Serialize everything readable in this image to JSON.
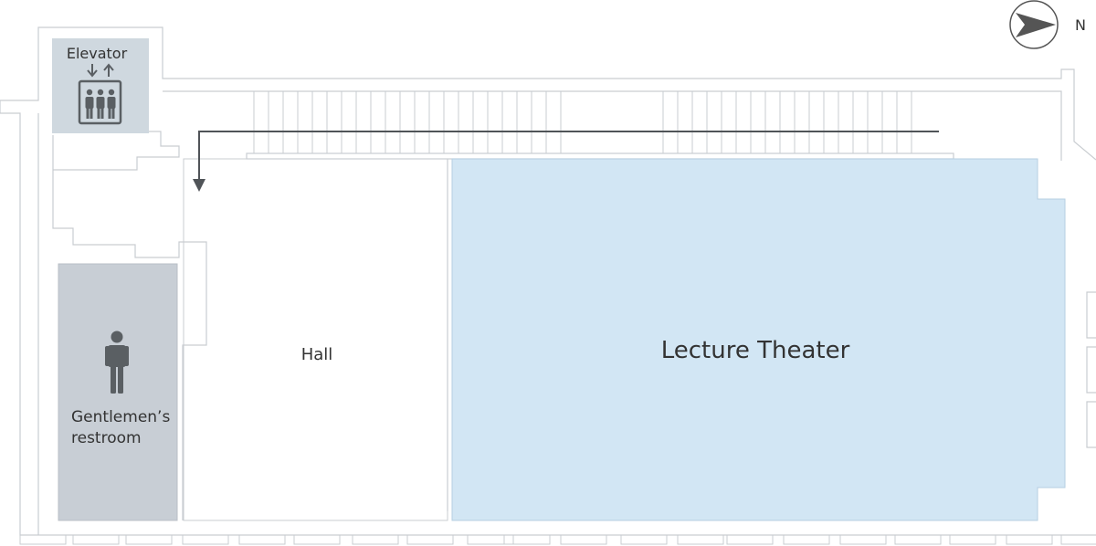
{
  "compass": {
    "label": "N"
  },
  "rooms": {
    "elevator": {
      "label": "Elevator"
    },
    "restroom": {
      "line1": "Gentlemen’s",
      "line2": "restroom"
    },
    "hall": {
      "label": "Hall"
    },
    "lecture_theater": {
      "label": "Lecture Theater"
    }
  },
  "colors": {
    "elevator_fill": "#cfd8df",
    "restroom_fill": "#c8ced5",
    "theater_fill": "#d2e6f4",
    "wall": "#c9cdd1",
    "icon": "#5a5f63",
    "route": "#505458",
    "text": "#333333"
  },
  "icons": [
    "elevator-icon",
    "man-icon",
    "compass-arrow-icon",
    "route-arrow-icon"
  ]
}
